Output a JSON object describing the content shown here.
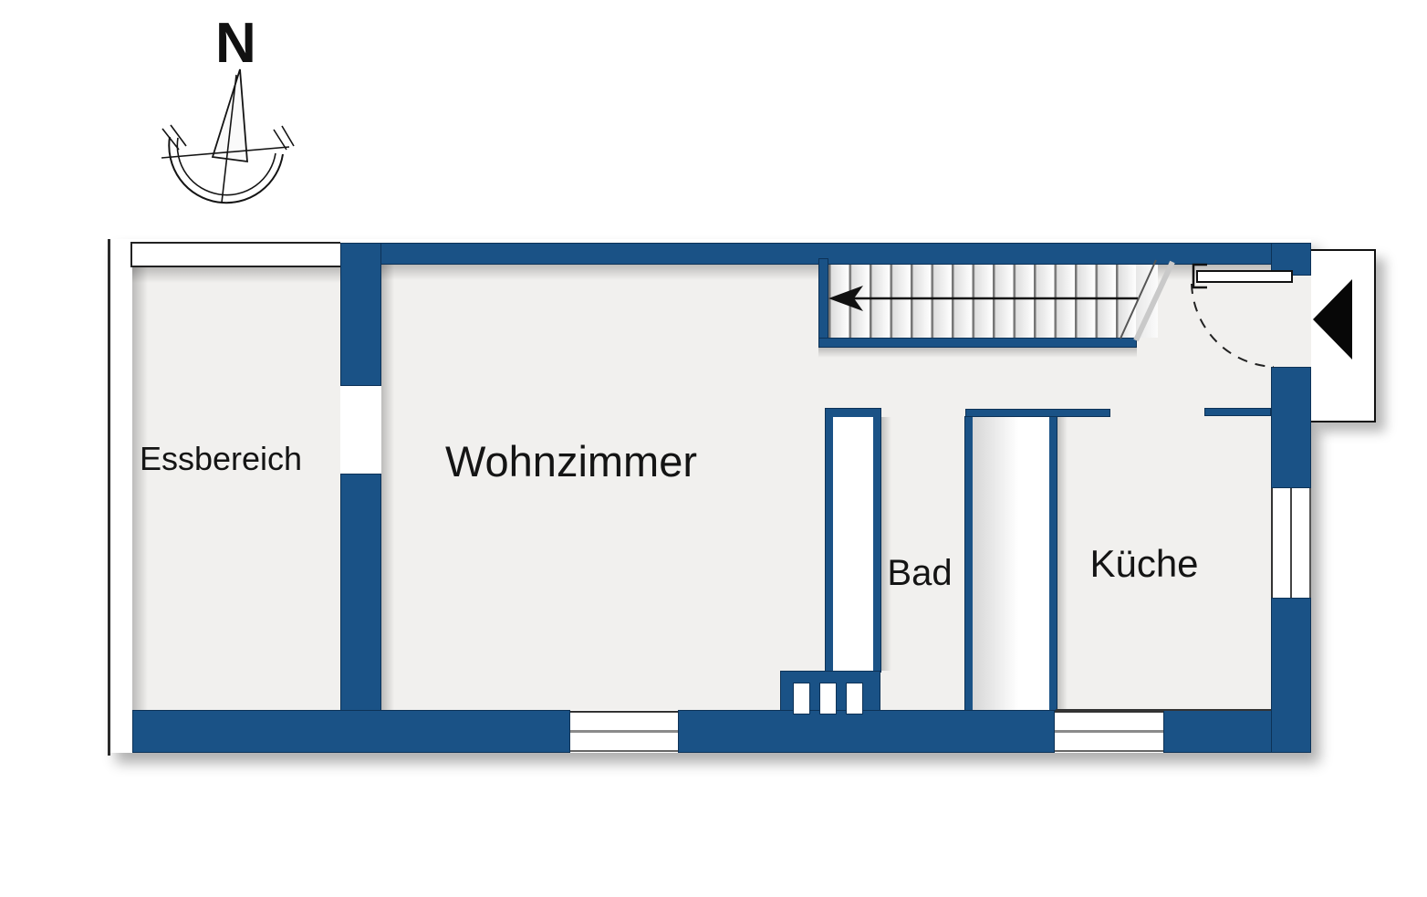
{
  "plan": {
    "compass": {
      "label": "N"
    },
    "rooms": [
      {
        "id": "essbereich",
        "label": "Essbereich"
      },
      {
        "id": "wohnzimmer",
        "label": "Wohnzimmer"
      },
      {
        "id": "bad",
        "label": "Bad"
      },
      {
        "id": "kueche",
        "label": "Küche"
      }
    ],
    "colors": {
      "wall": "#1a5286",
      "wall_outline": "#0d3257",
      "floor": "#f1f0ee",
      "background": "#ffffff",
      "label_text": "#141414"
    },
    "symbols": {
      "compass_north_icon": "north-arrow-rose",
      "stair_direction_icon": "arrow-left",
      "entrance_icon": "solid-triangle-left",
      "door_swing_icon": "dashed-quarter-arc"
    }
  }
}
